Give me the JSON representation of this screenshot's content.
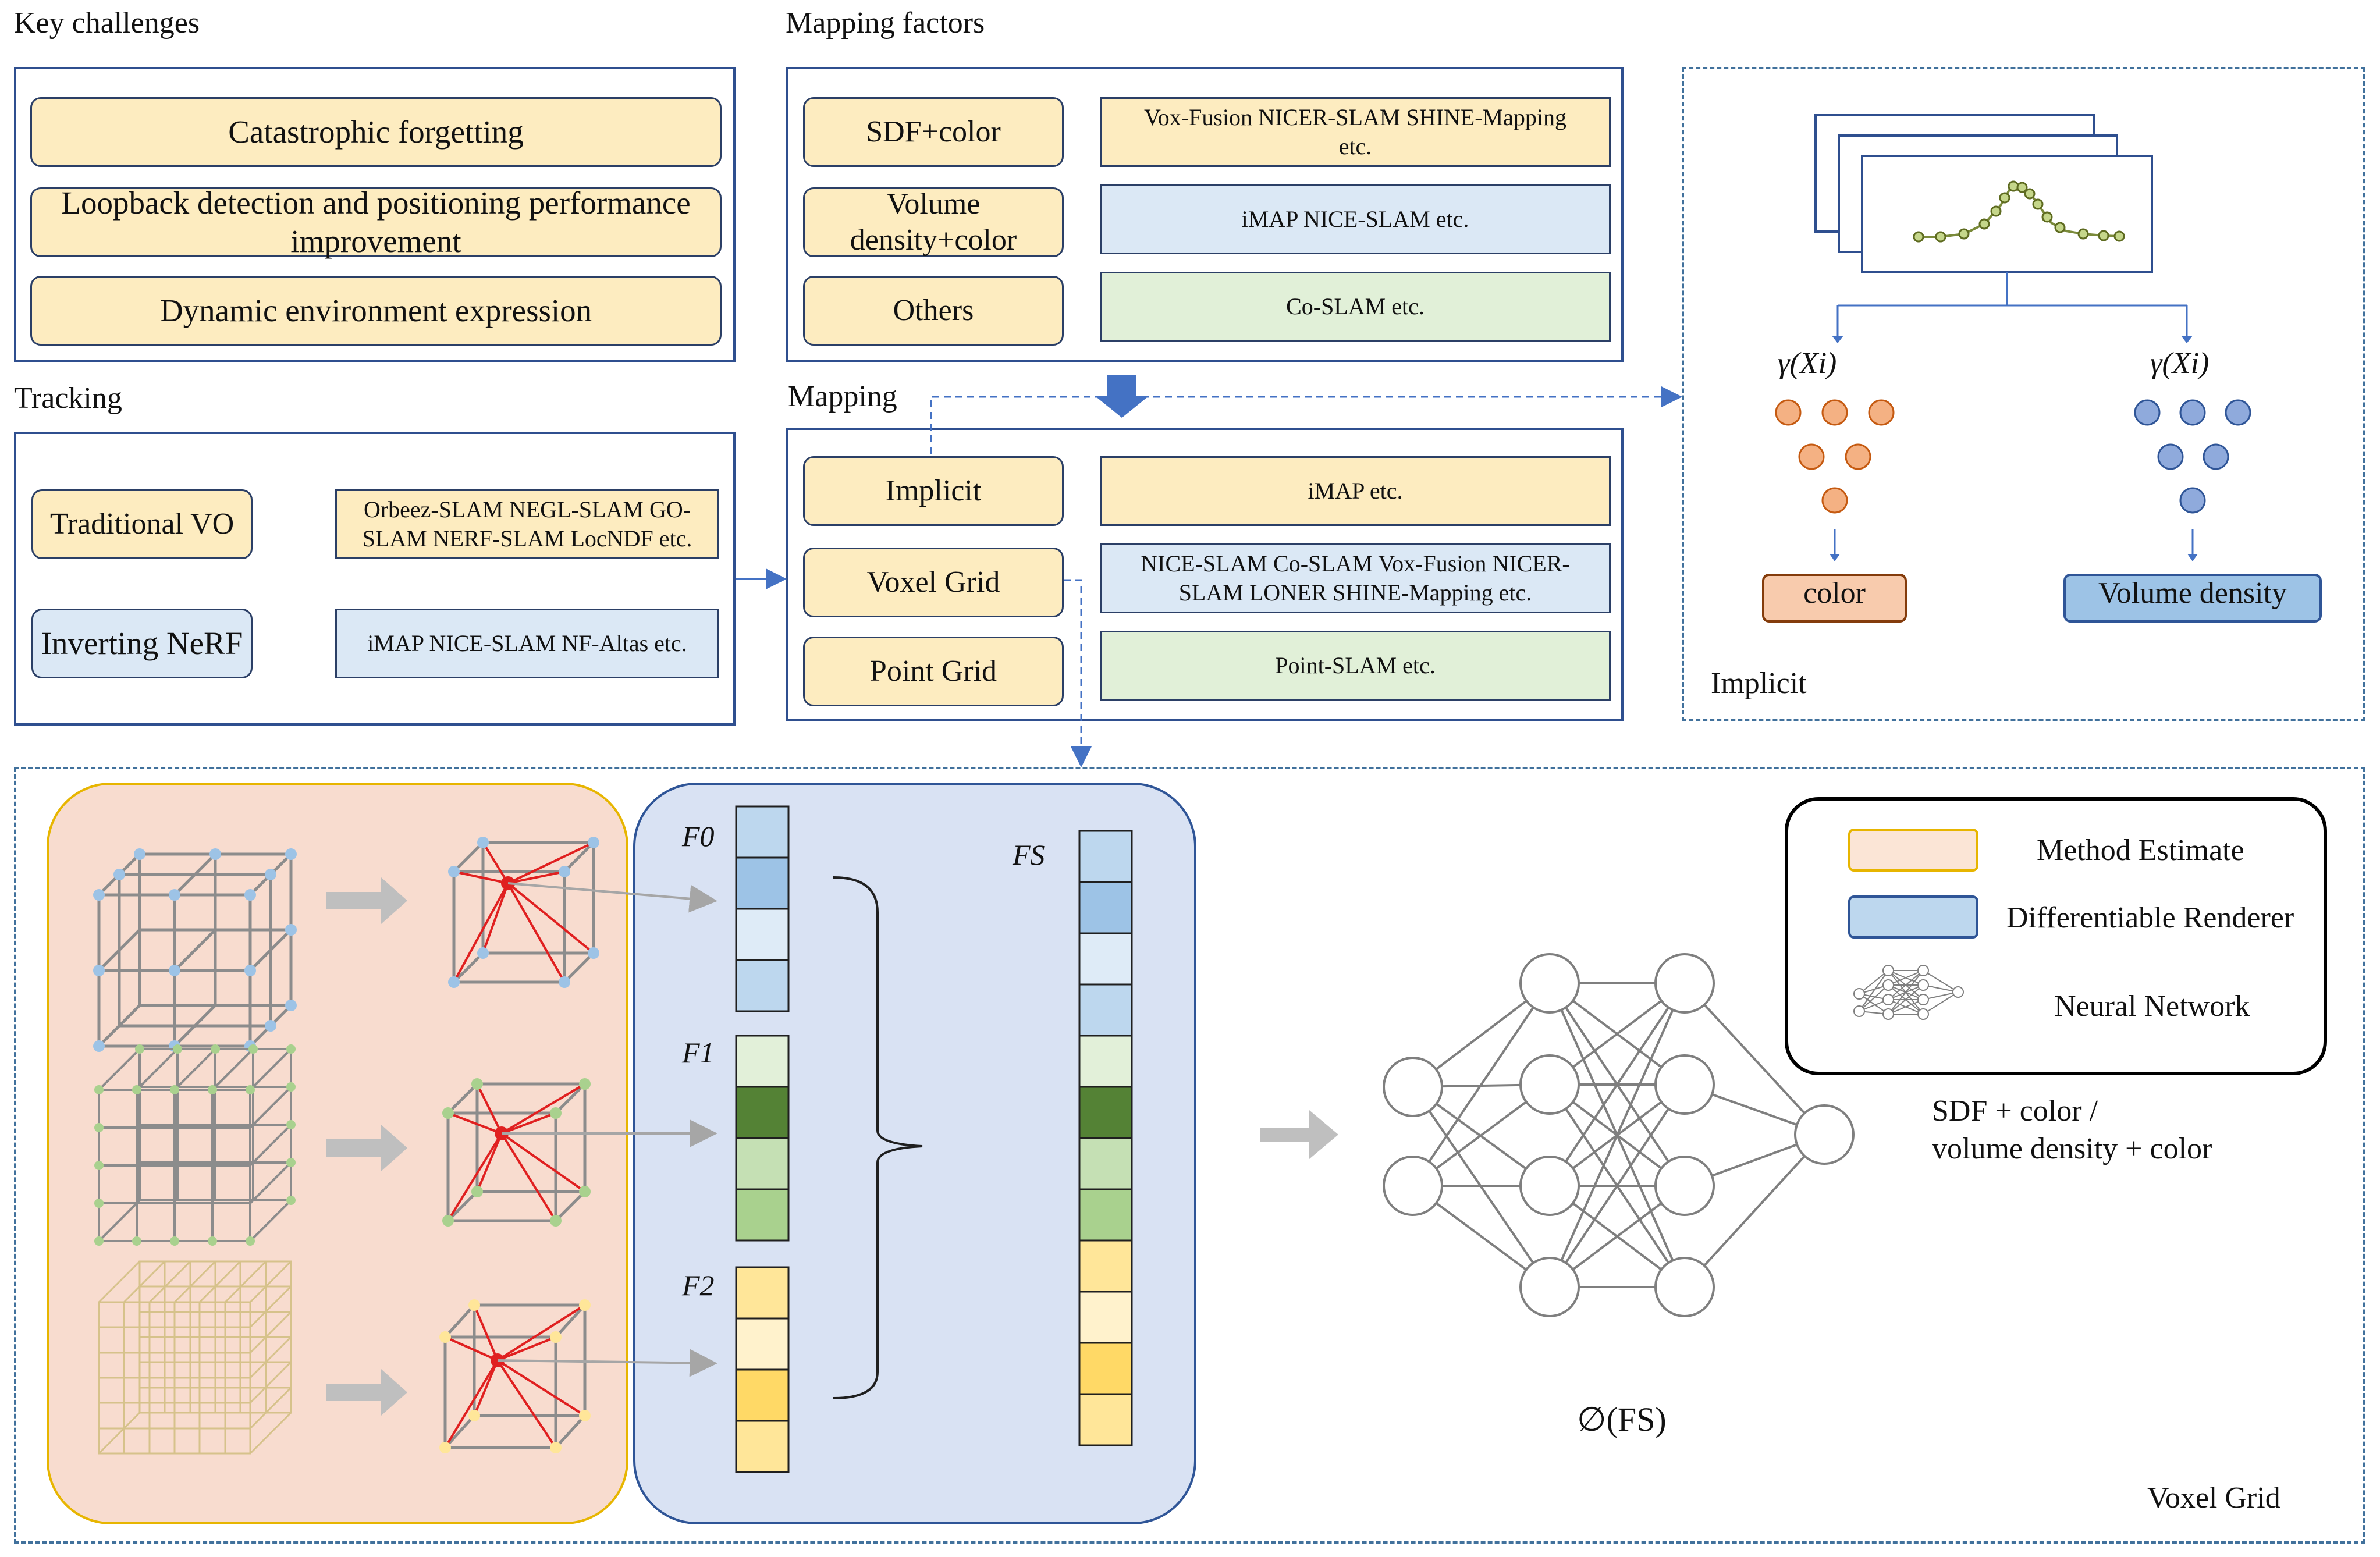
{
  "key_challenges": {
    "title": "Key challenges",
    "items": [
      "Catastrophic forgetting",
      "Loopback detection and positioning performance improvement",
      "Dynamic environment expression"
    ]
  },
  "mapping_factors": {
    "title": "Mapping factors",
    "rows": [
      {
        "label": "SDF+color",
        "methods": "Vox-Fusion NICER-SLAM SHINE-Mapping etc."
      },
      {
        "label": "Volume density+color",
        "methods": "iMAP NICE-SLAM etc."
      },
      {
        "label": "Others",
        "methods": "Co-SLAM etc."
      }
    ]
  },
  "tracking": {
    "title": "Tracking",
    "rows": [
      {
        "label": "Traditional VO",
        "methods": "Orbeez-SLAM NEGL-SLAM GO-SLAM NERF-SLAM LocNDF etc."
      },
      {
        "label": "Inverting NeRF",
        "methods": "iMAP NICE-SLAM NF-Altas etc."
      }
    ]
  },
  "mapping": {
    "title": "Mapping",
    "rows": [
      {
        "label": "Implicit",
        "methods": "iMAP etc."
      },
      {
        "label": "Voxel Grid",
        "methods": "NICE-SLAM Co-SLAM Vox-Fusion NICER-SLAM LONER SHINE-Mapping etc."
      },
      {
        "label": "Point Grid",
        "methods": "Point-SLAM etc."
      }
    ]
  },
  "implicit_panel": {
    "title": "Implicit",
    "encoding_left": "γ(Xi)",
    "encoding_right": "γ(Xi)",
    "output_left": "color",
    "output_right": "Volume density"
  },
  "voxel_panel": {
    "title": "Voxel Grid",
    "features": [
      "F0",
      "F1",
      "F2"
    ],
    "fused": "FS",
    "network_func": "∅(FS)",
    "output_desc_line1": "SDF + color  /",
    "output_desc_line2": "volume density + color",
    "legend": {
      "method_estimate": "Method Estimate",
      "differentiable_renderer": "Differentiable Renderer",
      "neural_network": "Neural Network"
    }
  },
  "colors": {
    "frame_blue": "#2f4f8f",
    "pill_yellow": "#fdecc0",
    "pill_blue": "#dbe8f5",
    "pill_green": "#e1f0d8",
    "orange_node": "#f4b183",
    "blue_node": "#8faadc",
    "arrow_blue": "#4472c4"
  }
}
